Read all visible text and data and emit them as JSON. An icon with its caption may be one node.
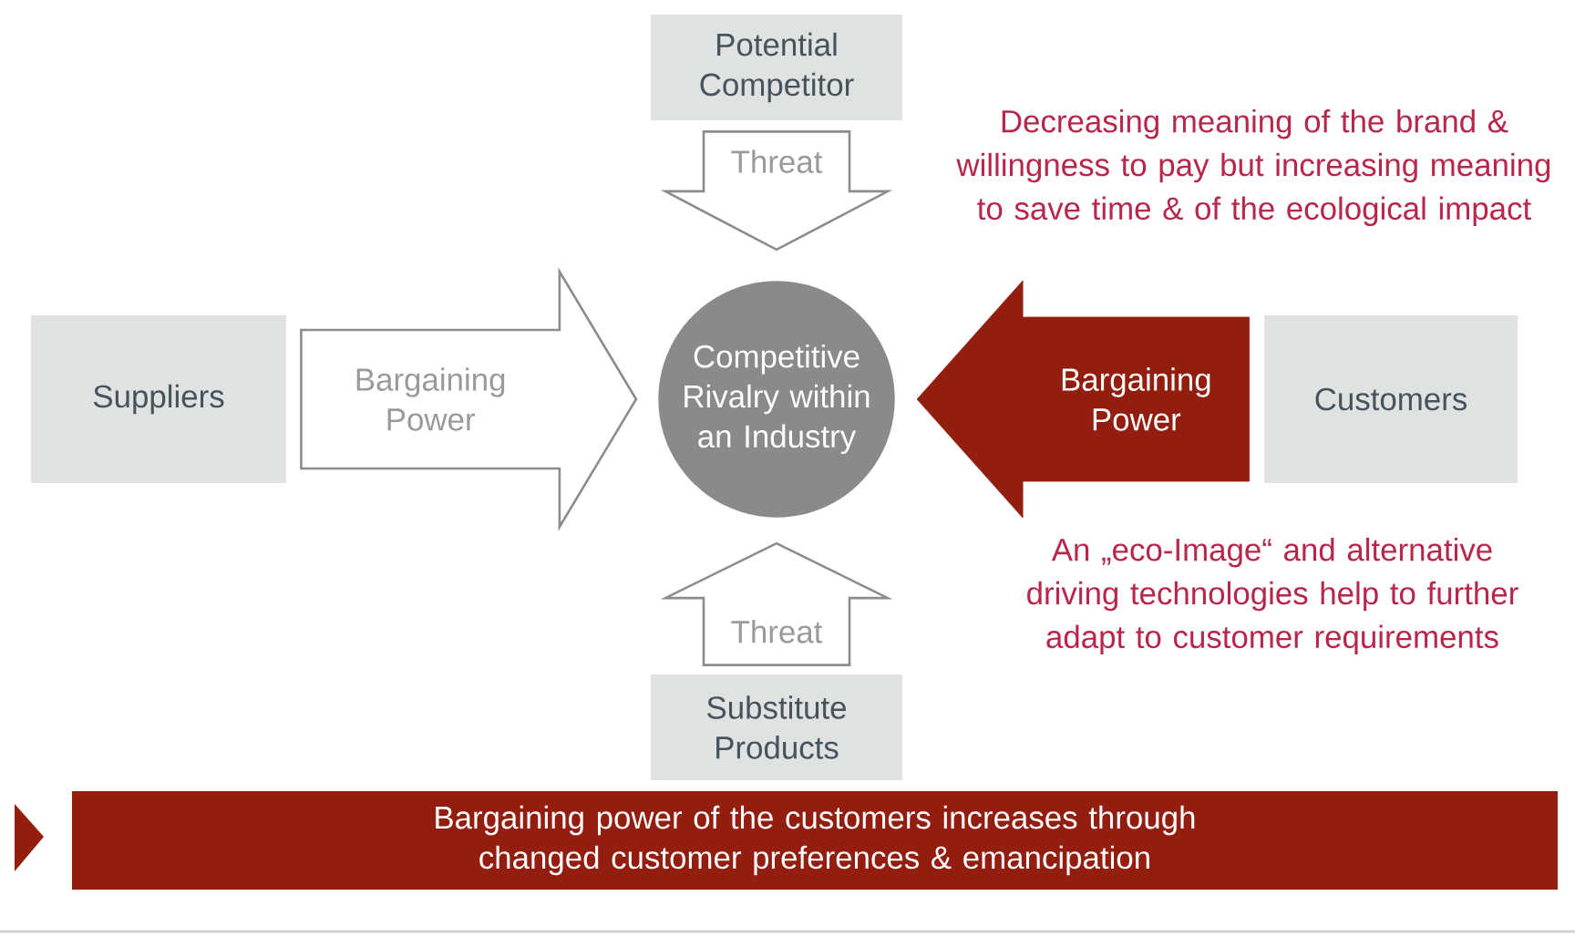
{
  "diagram": {
    "nodes": [
      {
        "text": [
          "Potential Competitor"
        ]
      },
      {
        "text": [
          "Suppliers"
        ]
      },
      {
        "text": [
          "Competitive Rivalry within an Industry"
        ]
      },
      {
        "text": [
          "Customers"
        ]
      },
      {
        "text": [
          "Substitute Products"
        ]
      },
      {
        "text": [
          "Bargaining power of the customers increases through changed customer preferences & emancipation"
        ]
      }
    ],
    "edges": [
      {
        "from": 0,
        "to": 2,
        "arrow": "to",
        "label": "Threat"
      },
      {
        "from": 1,
        "to": 2,
        "arrow": "to",
        "label": "Bargaining Power"
      },
      {
        "from": 3,
        "to": 2,
        "arrow": "to",
        "label": "Bargaining Power",
        "color": "#931e10"
      },
      {
        "from": 4,
        "to": 2,
        "arrow": "to",
        "label": "Threat"
      }
    ],
    "labels": [
      "Decreasing meaning of the brand & willingness to pay but increasing meaning to save time & of the ecological impact",
      "An „eco-Image“ and alternative driving technologies help to further adapt to customer requirements"
    ]
  }
}
